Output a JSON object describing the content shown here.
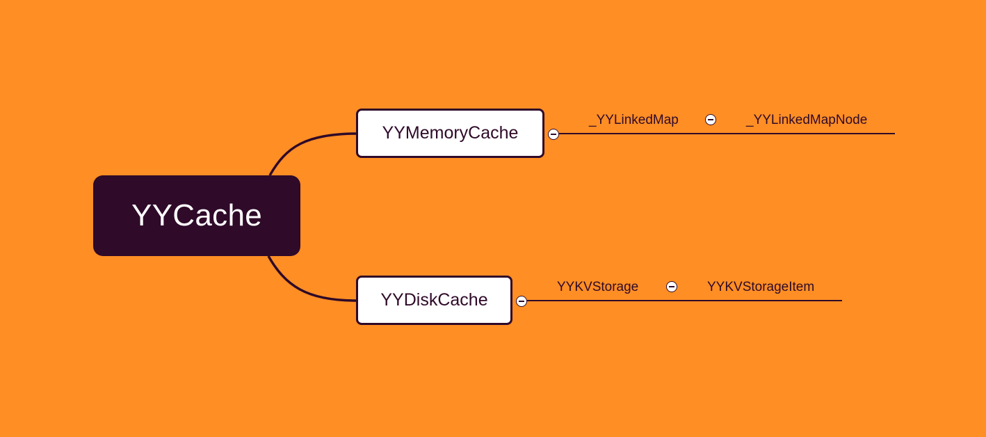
{
  "root": {
    "label": "YYCache"
  },
  "branches": [
    {
      "label": "YYMemoryCache",
      "children": [
        {
          "label": "_YYLinkedMap",
          "children": [
            {
              "label": "_YYLinkedMapNode"
            }
          ]
        }
      ]
    },
    {
      "label": "YYDiskCache",
      "children": [
        {
          "label": "YYKVStorage",
          "children": [
            {
              "label": "YYKVStorageItem"
            }
          ]
        }
      ]
    }
  ],
  "colors": {
    "background": "#FF8E24",
    "root_fill": "#2F0A29",
    "root_text": "#FFFFFF",
    "branch_fill": "#FFFFFF",
    "line": "#2F0A29"
  },
  "icons": {
    "collapse": "collapse-minus-icon"
  }
}
